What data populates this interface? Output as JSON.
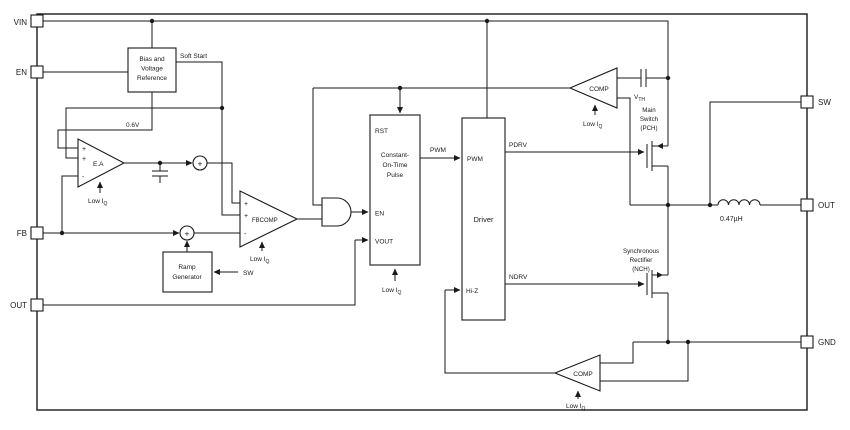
{
  "pins": {
    "left": [
      {
        "label": "VIN"
      },
      {
        "label": "EN"
      },
      {
        "label": "FB"
      },
      {
        "label": "OUT"
      }
    ],
    "right": [
      {
        "label": "SW"
      },
      {
        "label": "OUT"
      },
      {
        "label": "GND"
      }
    ]
  },
  "blocks": {
    "bias": {
      "lines": [
        "Bias and",
        "Voltage",
        "Reference"
      ]
    },
    "error_amp": {
      "label": "E.A",
      "plus": "+",
      "minus": "-"
    },
    "ramp_generator": {
      "lines": [
        "Ramp",
        "Generator"
      ],
      "input_label": "SW"
    },
    "fbcomp": {
      "label": "FBCOMP",
      "plus": "+",
      "minus": "-"
    },
    "on_time": {
      "rst": "RST",
      "lines": [
        "Constant-",
        "On-Time",
        "Pulse"
      ],
      "en": "EN",
      "vout": "VOUT"
    },
    "driver": {
      "pwm": "PWM",
      "title": "Driver",
      "hiz": "Hi-Z"
    },
    "comp_top": {
      "label": "COMP"
    },
    "comp_bottom": {
      "label": "COMP"
    },
    "main_switch": {
      "lines": [
        "Main",
        "Switch",
        "(PCH)"
      ]
    },
    "sync_rectifier": {
      "lines": [
        "Synchronous",
        "Rectifier",
        "(NCH)"
      ]
    }
  },
  "signals": {
    "soft_start": "Soft Start",
    "ref_voltage": "0.6V",
    "pwm": "PWM",
    "pdrv": "PDRV",
    "ndrv": "NDRV",
    "low_iq": {
      "main": "Low I",
      "sub": "Q"
    },
    "vth": {
      "main": "V",
      "sub": "TH"
    },
    "inductor_value": "0.47µH",
    "plus": "+"
  },
  "colors": {
    "stroke": "#1a1a1a",
    "background": "#ffffff"
  }
}
